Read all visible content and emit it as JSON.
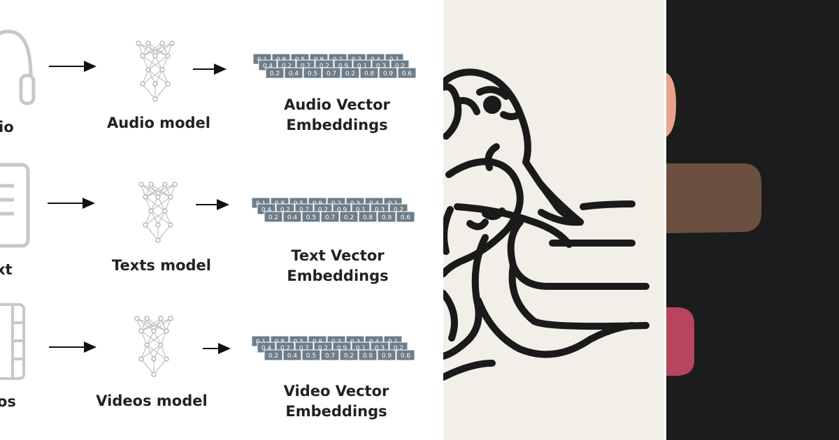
{
  "diagram": {
    "rows": [
      {
        "input_label": "io",
        "input_icon": "headphones-icon",
        "model_label": "Audio model",
        "output_line1": "Audio Vector",
        "output_line2": "Embeddings"
      },
      {
        "input_label": "xt",
        "input_icon": "document-icon",
        "model_label": "Texts model",
        "output_line1": "Text Vector",
        "output_line2": "Embeddings"
      },
      {
        "input_label": "os",
        "input_icon": "film-icon",
        "model_label": "Videos model",
        "output_line1": "Video Vector",
        "output_line2": "Embeddings"
      }
    ],
    "vector_front_values": [
      "0.2",
      "0.4",
      "0.5",
      "0.7",
      "0.2",
      "0.8",
      "0.9",
      "0.6"
    ],
    "vector_back_values": [
      "0.1",
      "0.8",
      "0.5",
      "0.9",
      "0.2",
      "0.3",
      "0.4",
      "0.1"
    ],
    "vector_mid_values": [
      "0.4",
      "0.2",
      "0.7",
      "0.2",
      "0.9",
      "0.1",
      "0.3",
      "0.2"
    ]
  },
  "colors": {
    "vector_cell": "#6d7d89",
    "vector_edge": "#4e5c66",
    "network_gray": "#b5b5b5",
    "icon_gray": "#c8c8c8",
    "parrot_bg": "#f2efe9",
    "parrot_line": "#1a1a1a",
    "dark_bg": "#1c1c1c",
    "peach": "#e7a48a",
    "brown": "#6b5042",
    "red": "#b8455c"
  }
}
